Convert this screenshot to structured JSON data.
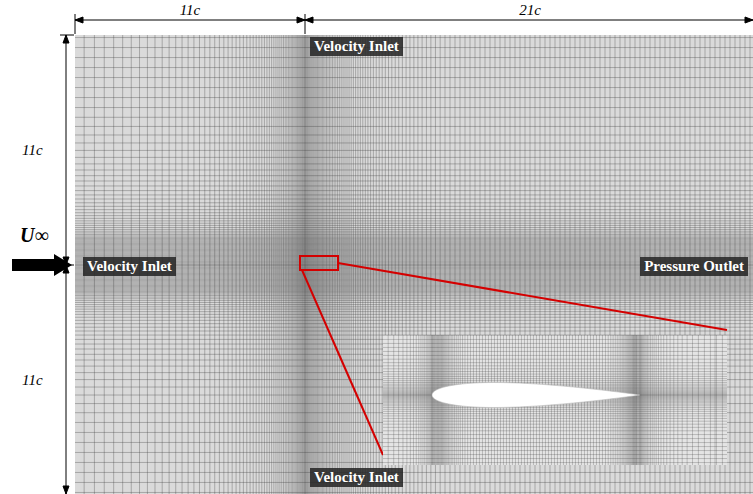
{
  "diagram": {
    "labels": [
      "11c",
      "21c",
      "11c",
      "11c",
      "U∞",
      "Velocity Inlet",
      "Velocity Inlet",
      "Pressure Outlet",
      "Velocity Inlet"
    ]
  }
}
